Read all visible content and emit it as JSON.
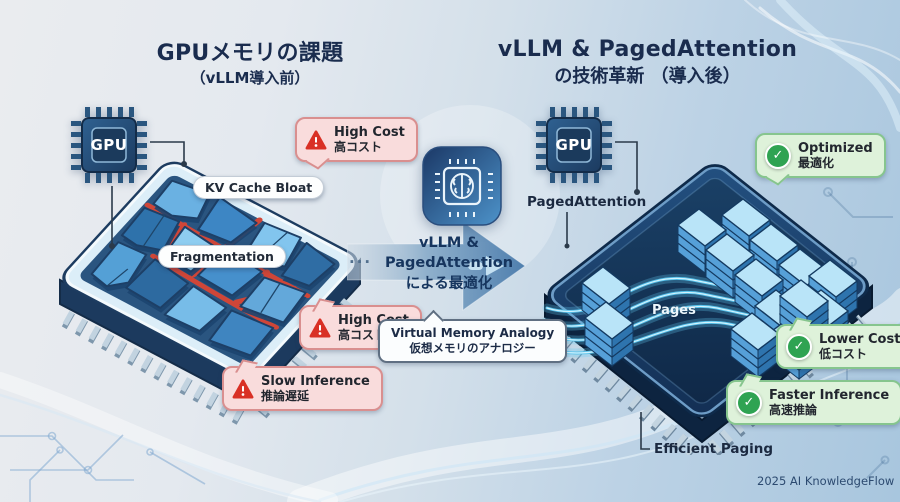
{
  "header": {
    "left_title_line1": "GPUメモリの課題",
    "left_title_line2": "（vLLM導入前）",
    "right_title_line1": "vLLM & PagedAttention",
    "right_title_line2": "の技術革新 （導入後）"
  },
  "left_panel": {
    "gpu_icon_label": "GPU",
    "kv_cache_label": "KV Cache Bloat",
    "fragmentation_label": "Fragmentation",
    "warnings": [
      {
        "en": "High Cost",
        "ja": "高コスト"
      },
      {
        "en": "High Cost",
        "ja": "高コスト"
      },
      {
        "en": "Slow Inference",
        "ja": "推論遅延"
      }
    ]
  },
  "center": {
    "arrow_line1": "vLLM &",
    "arrow_line2": "PagedAttention",
    "arrow_line3": "による最適化",
    "dots": "···",
    "analogy_line1": "Virtual Memory Analogy",
    "analogy_line2": "仮想メモリのアナロジー"
  },
  "right_panel": {
    "gpu_icon_label": "GPU",
    "paged_attention_label": "PagedAttention",
    "pages_label": "Pages",
    "efficient_paging_label": "Efficient Paging",
    "benefits": [
      {
        "en": "Optimized",
        "ja": "最適化"
      },
      {
        "en": "Lower Cost",
        "ja": "低コスト"
      },
      {
        "en": "Faster Inference",
        "ja": "高速推論"
      }
    ]
  },
  "footer": {
    "credit": "2025 AI KnowledgeFlow"
  },
  "icons": {
    "check_glyph": "✓"
  },
  "colors": {
    "title_navy": "#1a2c4e",
    "warning_red": "#d93025",
    "warning_bubble_bg": "#f9dcdc",
    "success_green": "#2fa352",
    "success_bubble_bg": "#def2da",
    "arrow_blue": "#4f7fae",
    "chip_blue": "#2e74ae"
  }
}
